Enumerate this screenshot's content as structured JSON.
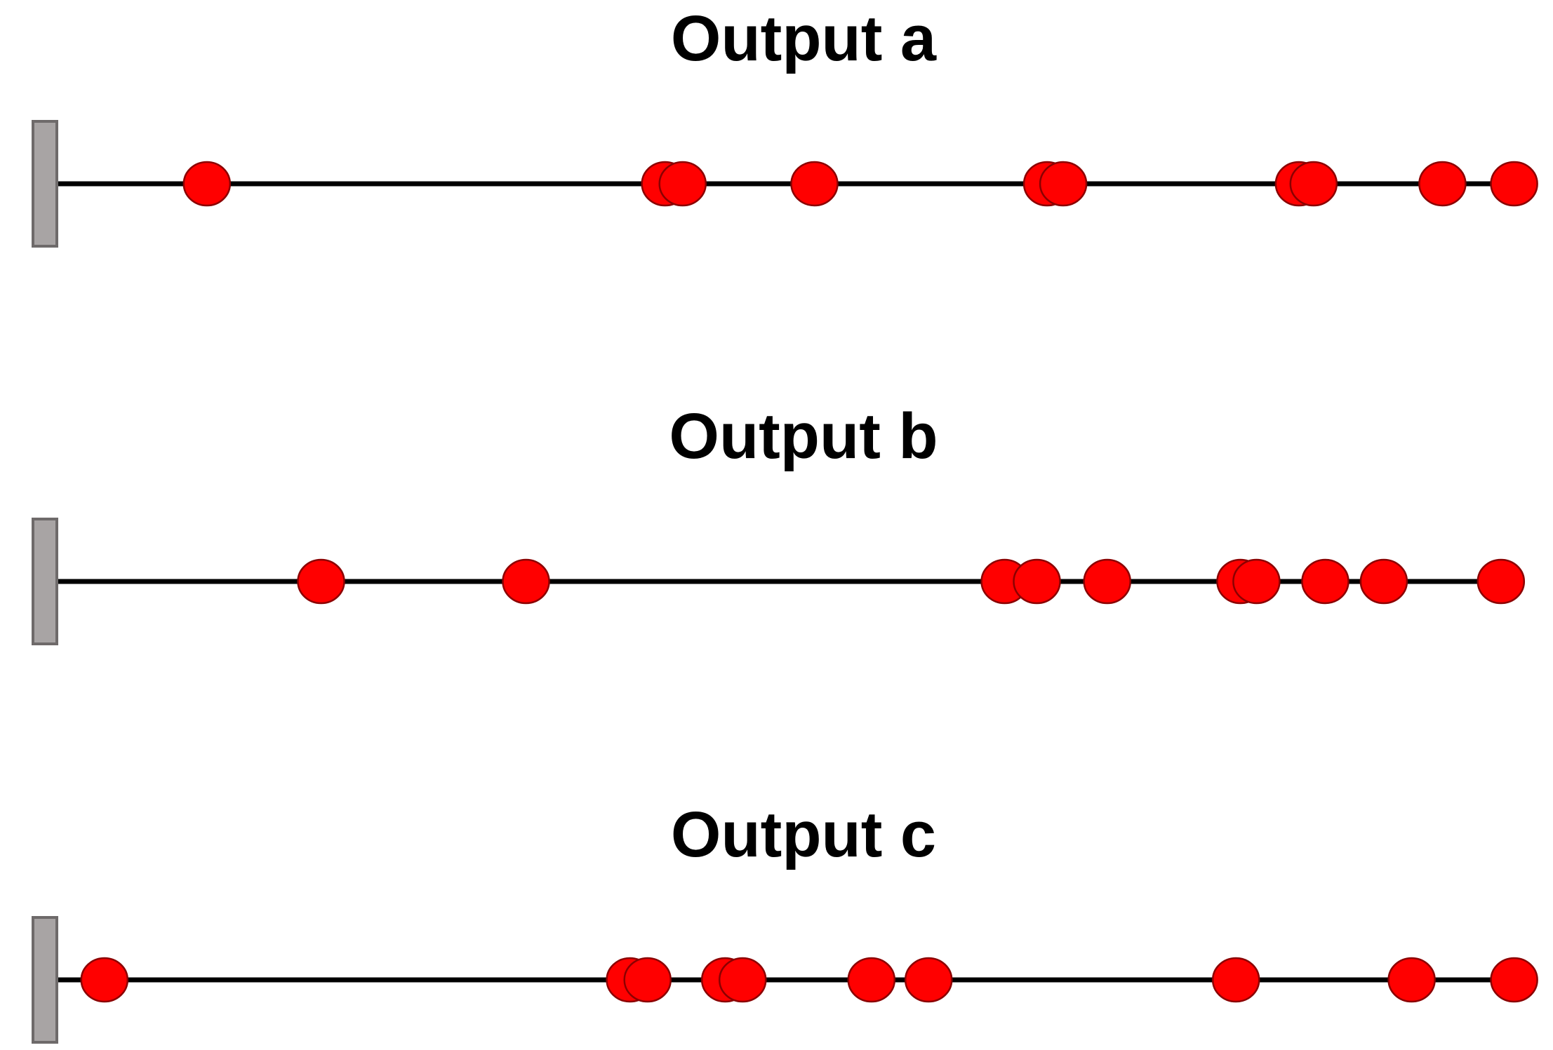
{
  "colors": {
    "bead_fill": "#ff0000",
    "bead_stroke": "#8b0000",
    "line": "#000000",
    "anchor_fill": "#a8a4a4",
    "anchor_stroke": "#6e6a6a"
  },
  "panels": [
    {
      "title": "Output a",
      "beads": [
        0.102,
        0.415,
        0.427,
        0.517,
        0.676,
        0.687,
        0.848,
        0.858,
        0.946,
        0.995
      ]
    },
    {
      "title": "Output b",
      "beads": [
        0.18,
        0.32,
        0.647,
        0.669,
        0.717,
        0.808,
        0.819,
        0.866,
        0.906,
        0.986
      ]
    },
    {
      "title": "Output c",
      "beads": [
        0.032,
        0.391,
        0.403,
        0.456,
        0.468,
        0.556,
        0.595,
        0.805,
        0.925,
        0.995
      ]
    }
  ]
}
